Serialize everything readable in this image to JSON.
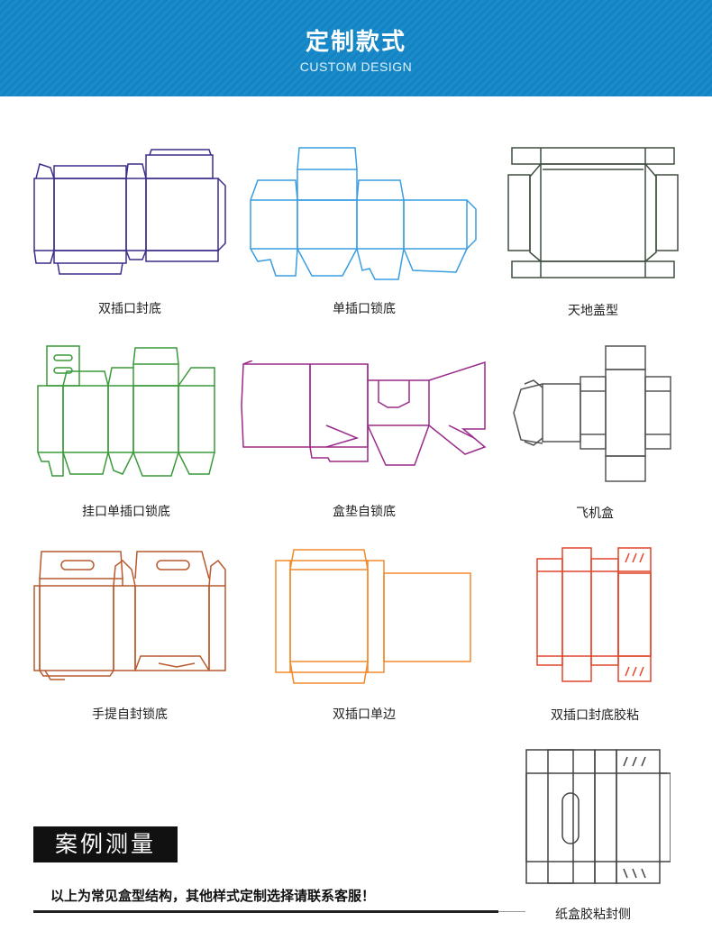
{
  "header": {
    "title": "定制款式",
    "subtitle": "CUSTOM DESIGN"
  },
  "styles": [
    {
      "label": "双插口封底",
      "color": "#3b2d8a"
    },
    {
      "label": "单插口锁底",
      "color": "#3a9ee0"
    },
    {
      "label": "天地盖型",
      "color": "#3f4f3f"
    },
    {
      "label": "挂口单插口锁底",
      "color": "#3a9a3a"
    },
    {
      "label": "盒垫自锁底",
      "color": "#9a2a8a"
    },
    {
      "label": "飞机盒",
      "color": "#555555"
    },
    {
      "label": "手提自封锁底",
      "color": "#b85a2e"
    },
    {
      "label": "双插口单边",
      "color": "#ef8a2c"
    },
    {
      "label": "双插口封底胶粘",
      "color": "#e2452a"
    },
    {
      "label": "纸盒胶粘封侧",
      "color": "#444444"
    }
  ],
  "case_section": {
    "title": "案例测量",
    "note": "以上为常见盒型结构，其他样式定制选择请联系客服！"
  }
}
